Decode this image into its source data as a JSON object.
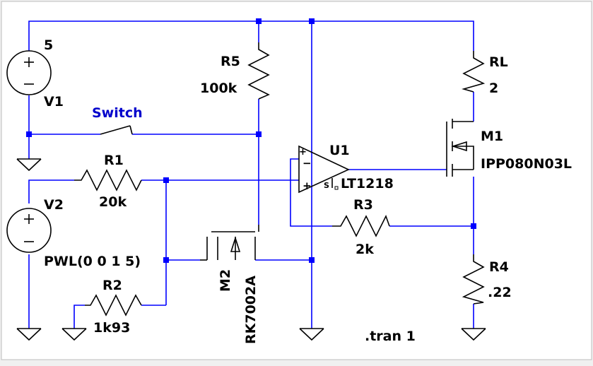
{
  "schematic": {
    "v1": {
      "name": "V1",
      "value": "5"
    },
    "v2": {
      "name": "V2",
      "value": "PWL(0 0 1 5)"
    },
    "r1": {
      "name": "R1",
      "value": "20k"
    },
    "r2": {
      "name": "R2",
      "value": "1k93"
    },
    "r3": {
      "name": "R3",
      "value": "2k"
    },
    "r4": {
      "name": "R4",
      "value": ".22"
    },
    "r5": {
      "name": "R5",
      "value": "100k"
    },
    "rl": {
      "name": "RL",
      "value": "2"
    },
    "u1": {
      "name": "U1",
      "value": "LT1218"
    },
    "m1": {
      "name": "M1",
      "value": "IPP080N03L"
    },
    "m2": {
      "name": "M2",
      "value": "RK7002A"
    },
    "switch_label": "Switch",
    "directive": ".tran 1",
    "opamp_pin_labels": {
      "plus_top": "+",
      "minus": "−",
      "plus": "+",
      "shdn": "S"
    }
  },
  "colors": {
    "wire": "#0000ff",
    "component": "#000000",
    "background": "#ffffff",
    "frame": "#f0f0f0"
  }
}
